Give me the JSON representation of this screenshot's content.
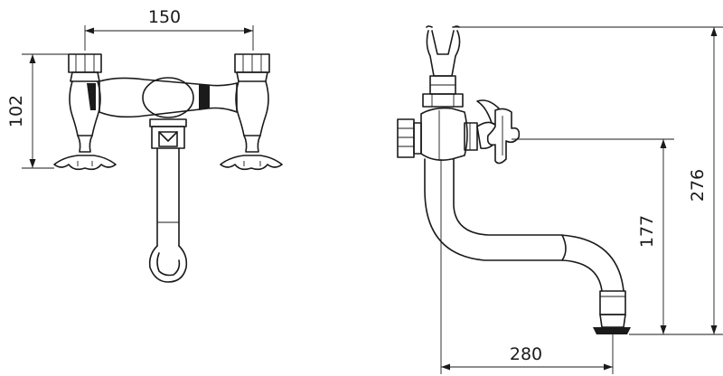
{
  "dimensions": {
    "width_front": "150",
    "height_front": "102",
    "height_total": "276",
    "height_outlet": "177",
    "reach": "280"
  },
  "colors": {
    "line": "#1a1a1a",
    "background": "#ffffff"
  }
}
